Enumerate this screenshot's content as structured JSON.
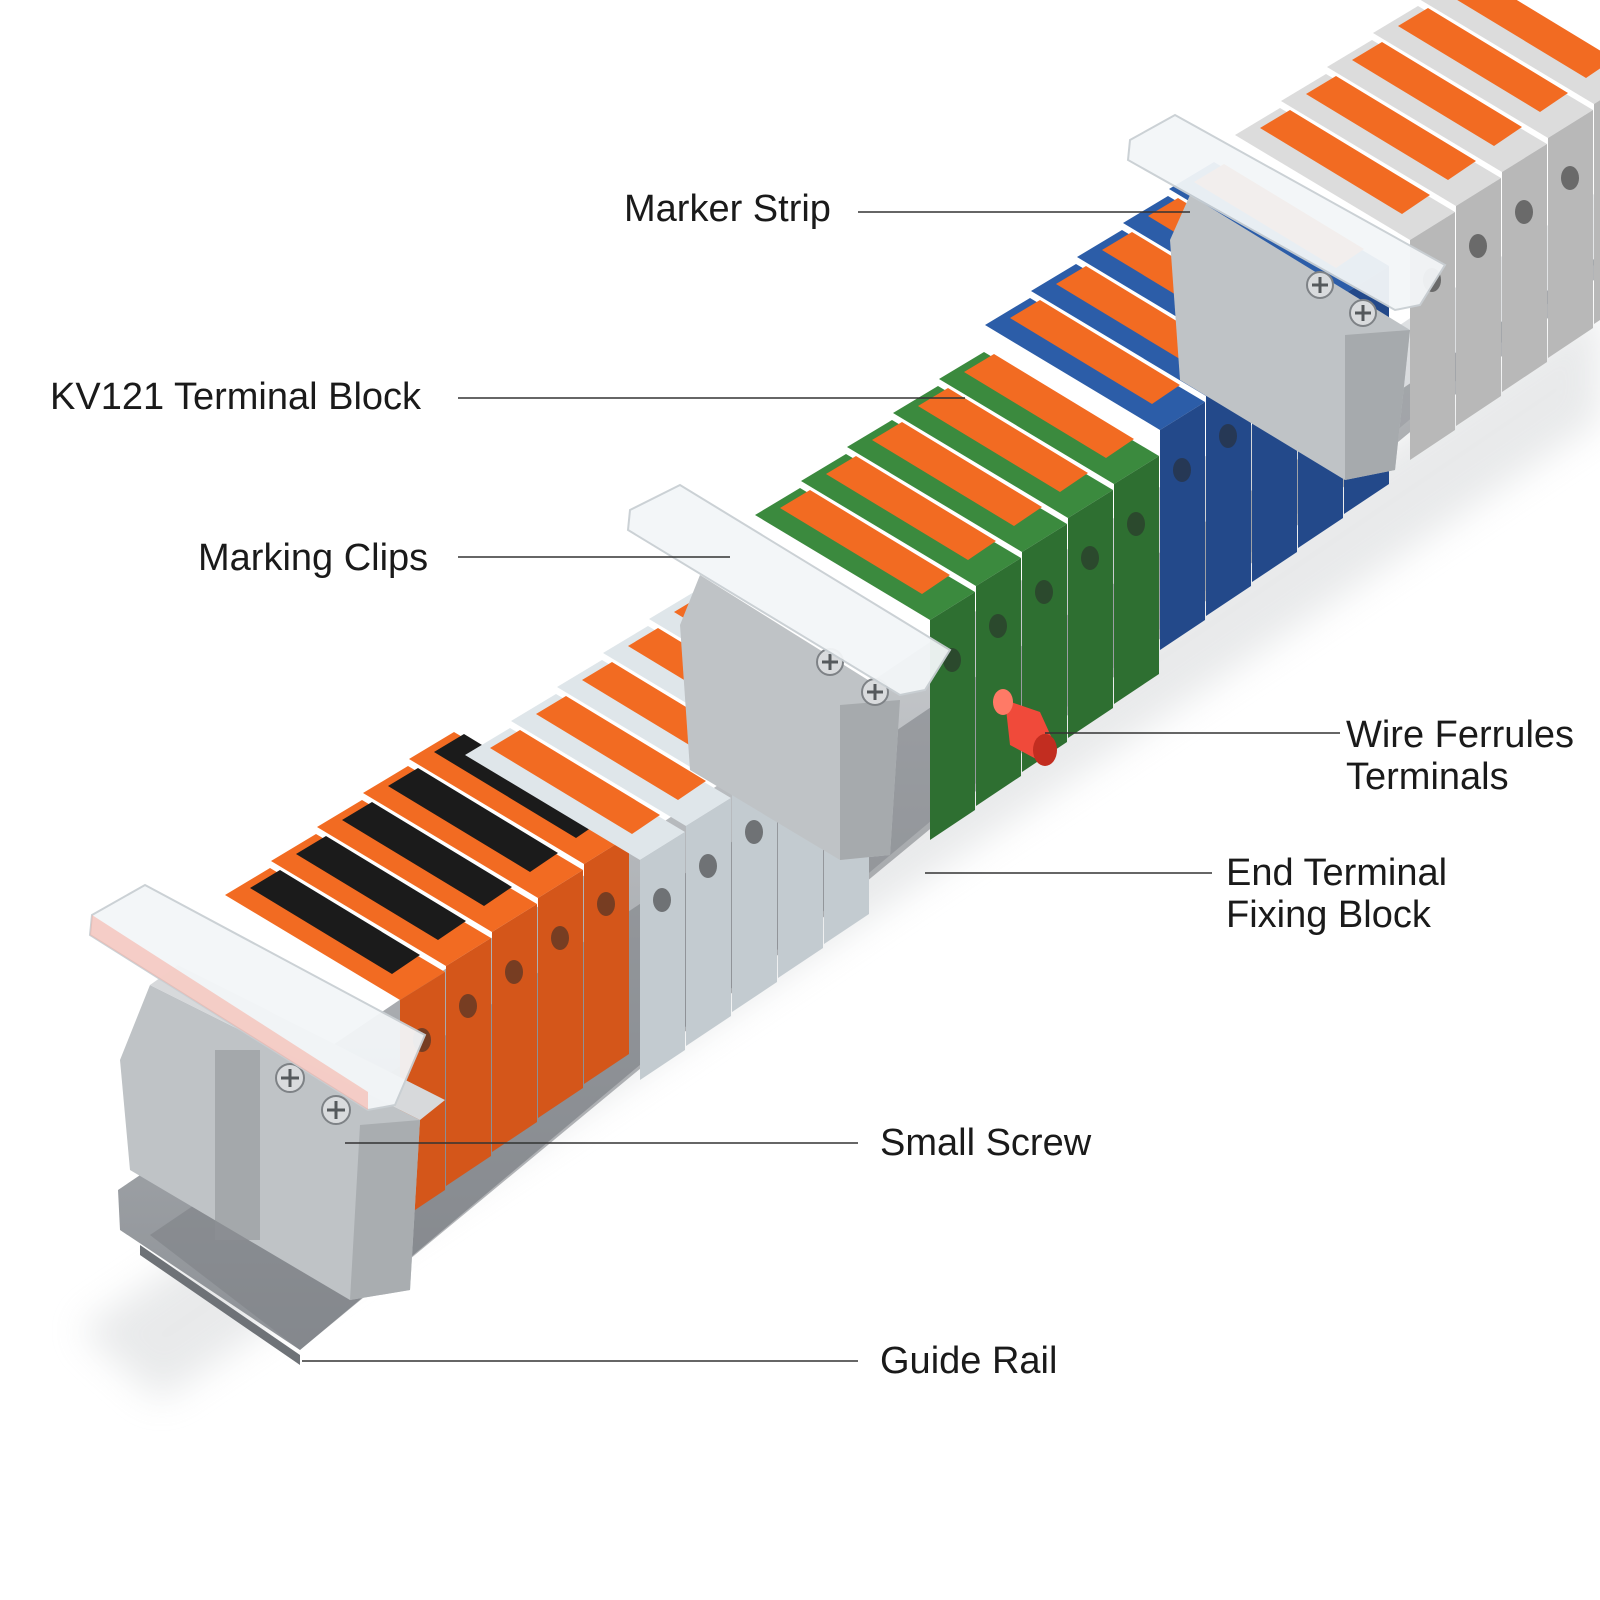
{
  "colors": {
    "orange": "#f26b22",
    "orange_dark": "#d4561a",
    "black_lever": "#1b1b1b",
    "clear": "#dfe6ea",
    "gray": "#c3c6c8",
    "gray_dark": "#9a9ea1",
    "green": "#3b8a3e",
    "green_dark": "#2e6f31",
    "blue": "#2c5da8",
    "blue_dark": "#23498a",
    "light_gray": "#dcdcdc",
    "rail": "#b9bcc0",
    "ferrule": "#f04a3a",
    "leader": "#333333",
    "label": "#1a1a1a"
  },
  "callouts": {
    "marker_strip": "Marker Strip",
    "terminal_block": "KV121 Terminal Block",
    "marking_clips": "Marking Clips",
    "wire_ferrules_line1": "Wire Ferrules",
    "wire_ferrules_line2": "Terminals",
    "end_terminal_line1": "End Terminal",
    "end_terminal_line2": "Fixing Block",
    "small_screw": "Small Screw",
    "guide_rail": "Guide Rail"
  }
}
